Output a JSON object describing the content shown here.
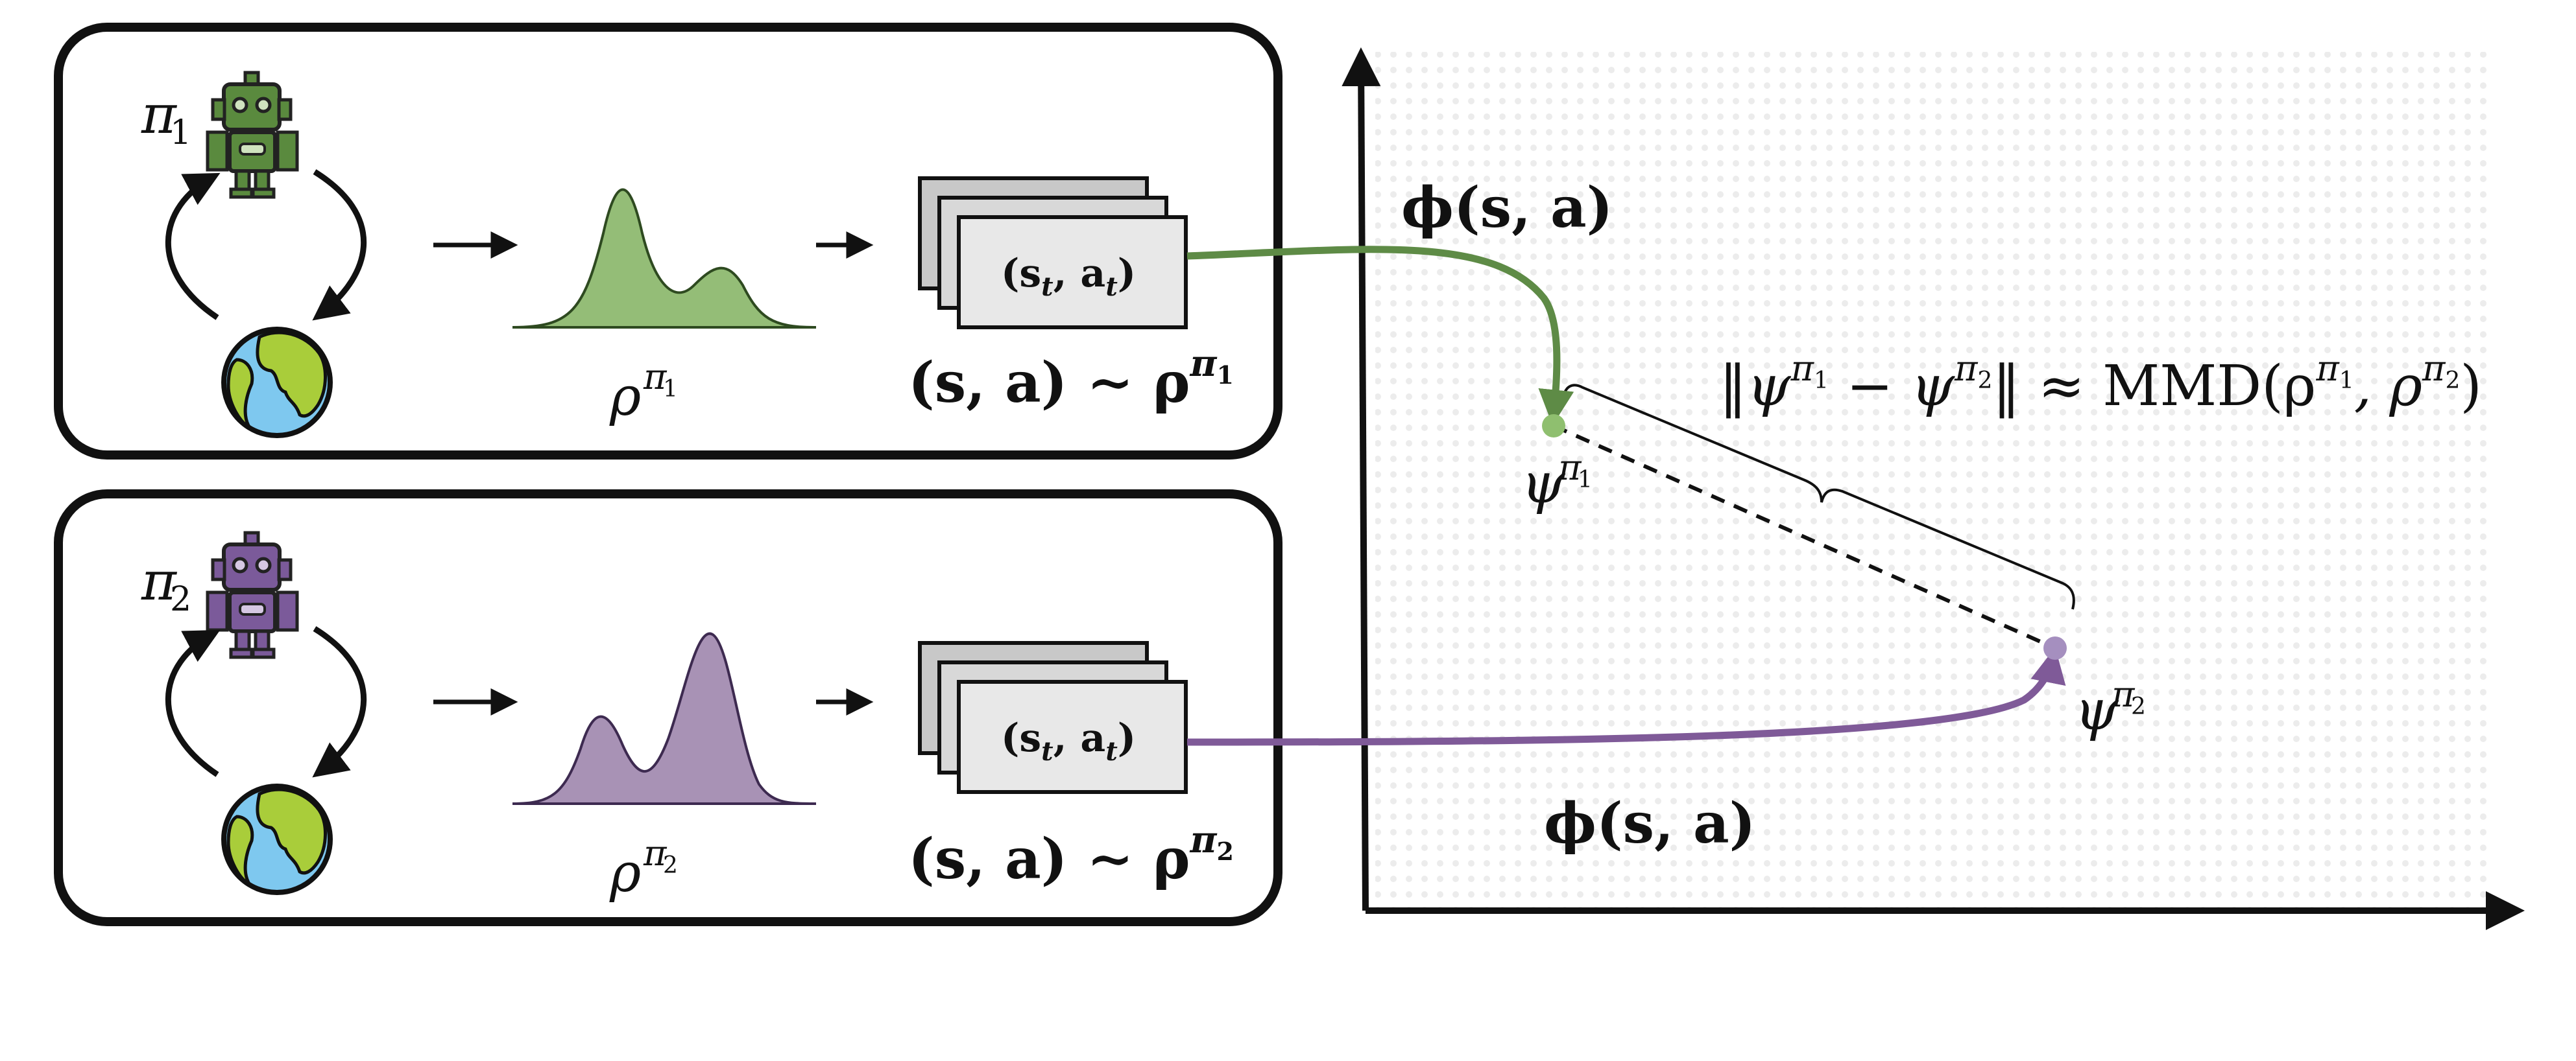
{
  "panels": [
    {
      "policy_label": "π",
      "policy_sub": "1",
      "rho_base": "ρ",
      "rho_sup": "π",
      "rho_sup_sub": "1",
      "sample_label": "(s",
      "sample_label_sub": "t",
      "sample_label_mid": ", a",
      "sample_label_end": ")",
      "dist_left": "(s, a) ∼ ρ",
      "dist_sup": "π",
      "dist_sup_sub": "1",
      "color": "#5e8b46",
      "fill": "#94bd77",
      "robot_color": "#5a8a3e",
      "curve_peaks": [
        0.85,
        0.35
      ]
    },
    {
      "policy_label": "π",
      "policy_sub": "2",
      "rho_base": "ρ",
      "rho_sup": "π",
      "rho_sup_sub": "2",
      "sample_label": "(s",
      "sample_label_sub": "t",
      "sample_label_mid": ", a",
      "sample_label_end": ")",
      "dist_left": "(s, a) ∼ ρ",
      "dist_sup": "π",
      "dist_sup_sub": "2",
      "color": "#7f5a98",
      "fill": "#a892b5",
      "robot_color": "#7b5a9a",
      "curve_peaks": [
        0.55,
        1.0
      ]
    }
  ],
  "feature_space": {
    "y_axis_label": "ϕ(s, a)",
    "x_axis_label": "ϕ(s, a)",
    "psi1_base": "ψ",
    "psi1_sup": "π",
    "psi1_sub": "1",
    "psi2_base": "ψ",
    "psi2_sup": "π",
    "psi2_sub": "2",
    "mmd_text": "‖ψ^{π1} − ψ^{π2}‖ ≈ MMD(ρ^{π1}, ρ^{π2})",
    "mmd_parts": {
      "open": "‖ψ",
      "s1": "π",
      "s1b": "1",
      "minus": " − ψ",
      "s2": "π",
      "s2b": "2",
      "approx": "‖ ≈ MMD(ρ",
      "s3": "π",
      "s3b": "1",
      "comma": ", ρ",
      "s4": "π",
      "s4b": "2",
      "close": ")"
    }
  },
  "colors": {
    "green_dot": "#8fbf6f",
    "purple_dot": "#a58fbf",
    "grid_dot": "#e6e6e6"
  }
}
